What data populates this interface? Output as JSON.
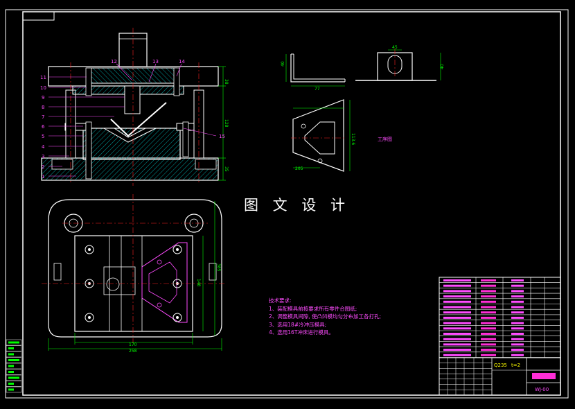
{
  "drawing": {
    "title_text": "图 文 设 计",
    "process_label": "工序图",
    "notes_title": "技术要求:",
    "notes": [
      "1、装配模具前按要求所有零件合图纸;",
      "2、调整模具间隙, 使凸凹模均匀分布加工各打孔;",
      "3、选用18#冷冲压模具;",
      "4、选用16T冲床进行模具。"
    ],
    "material": "Q235",
    "thickness": "t=2",
    "drawing_no": "WJ-00"
  },
  "section_labels": [
    "1",
    "2",
    "3",
    "4",
    "5",
    "6",
    "7",
    "8",
    "9",
    "10",
    "11"
  ],
  "top_labels": [
    "12",
    "13",
    "14"
  ],
  "right_label": "15",
  "dimensions": {
    "front_height": "38",
    "front_mid": "128",
    "front_bottom": "35",
    "plan_width_inner": "170",
    "plan_width_outer": "258",
    "plan_height": "385",
    "plan_inner_h": "148",
    "part_width": "77",
    "part_height": "40",
    "side_width": "45",
    "side_height": "40",
    "blank_width": "205",
    "blank_height": "113.6"
  },
  "colors": {
    "background": "#000000",
    "frame": "#ffffff",
    "centerline": "#ff2020",
    "dimension": "#00ff00",
    "hatch": "#00c8c8",
    "label": "#ff4cff",
    "title_block": "#ffff00"
  }
}
